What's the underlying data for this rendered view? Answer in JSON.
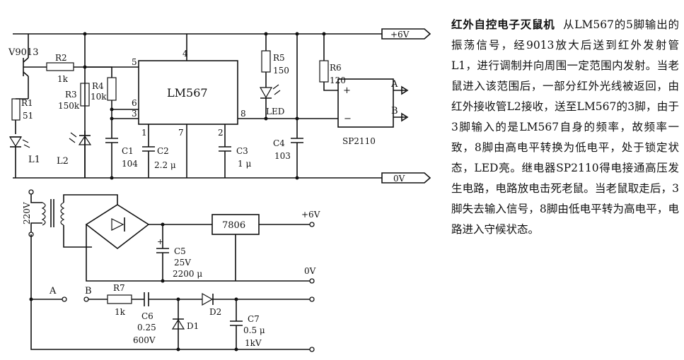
{
  "labels": {
    "v9013": "V9013",
    "r1": "R1",
    "r1_val": "51",
    "l1": "L1",
    "r2": "R2",
    "r2_val": "1k",
    "r3": "R3",
    "r3_val": "150k",
    "r4": "R4",
    "r4_val": "10k",
    "l2": "L2",
    "c1": "C1",
    "c1_val": "104",
    "c2": "C2",
    "c2_val": "2.2 μ",
    "ic": "LM567",
    "pin4": "4",
    "pin5": "5",
    "pin6": "6",
    "pin3": "3",
    "pin1": "1",
    "pin7": "7",
    "pin2": "2",
    "pin8": "8",
    "c3": "C3",
    "c3_val": "1 μ",
    "r5": "R5",
    "r5_val": "150",
    "led": "LED",
    "c4": "C4",
    "c4_val": "103",
    "r6": "R6",
    "r6_val": "120",
    "sp": "SP2110",
    "a_out": "A",
    "b_out": "B",
    "plus": "+",
    "minus": "−",
    "v6_top": "+6V",
    "v0_top": "0V",
    "ac": "220V",
    "reg": "7806",
    "v6_out": "+6V",
    "v0_out": "0V",
    "c5": "C5",
    "c5_v": "25V",
    "c5_val": "2200 μ",
    "c5_plus": "+",
    "a_in": "A",
    "b_in": "B",
    "r7": "R7",
    "r7_val": "1k",
    "c6": "C6",
    "c6_val": "0.25",
    "c6_v": "600V",
    "d1": "D1",
    "d2": "D2",
    "c7": "C7",
    "c7_val": "0.5 μ",
    "c7_v": "1kV"
  },
  "description": {
    "title": "红外自控电子灭鼠机",
    "body": "从LM567的5脚输出的振荡信号，经9013放大后送到红外发射管L1，进行调制并向周围一定范围内发射。当老鼠进入该范围后，一部分红外光线被返回，由红外接收管L2接收，送至LM567的3脚，由于3脚输入的是LM567自身的频率，故频率一致，8脚由高电平转换为低电平，处于锁定状态，LED亮。继电器SP2110得电接通高压发生电路，电路放电击死老鼠。当老鼠取走后，3脚失去输入信号，8脚由低电平转为高电平，电路进入守候状态。"
  }
}
